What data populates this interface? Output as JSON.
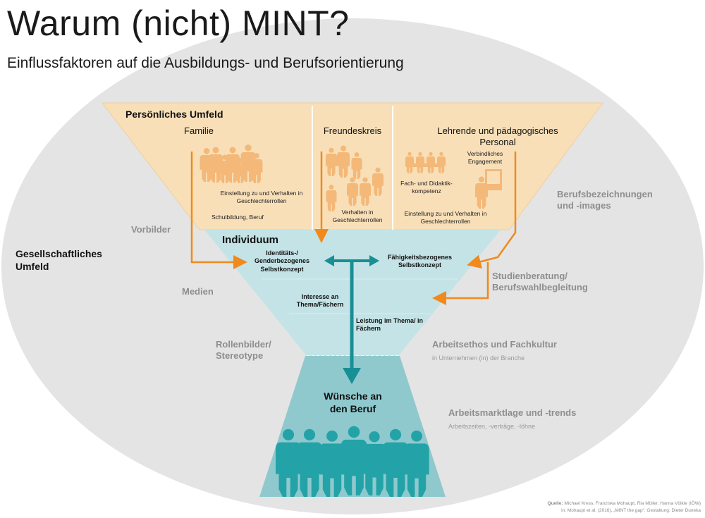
{
  "title": "Warum (nicht) MINT?",
  "subtitle": "Einflussfaktoren auf die Ausbildungs- und Berufsorientierung",
  "personal": {
    "header": "Persönliches Umfeld",
    "family": {
      "label": "Familie",
      "note1": "Einstellung zu und Verhalten in Geschlechterrollen",
      "note2": "Schulbildung, Beruf"
    },
    "friends": {
      "label": "Freundeskreis",
      "note1": "Verhalten in Geschlechterrollen"
    },
    "teachers": {
      "label": "Lehrende und pädagogisches Personal",
      "note1": "Verbindliches Engagement",
      "note2": "Fach- und Didaktik-kompetenz",
      "note3": "Einstellung zu und Verhalten in Geschlechterrollen"
    }
  },
  "individual": {
    "header": "Individuum",
    "identity": "Identitäts-/ Genderbezogenes Selbstkonzept",
    "ability": "Fähigkeitsbezogenes Selbstkonzept",
    "interest": "Interesse an Thema/Fächern",
    "performance": "Leistung im Thema/ in Fächern"
  },
  "wishes": "Wünsche an den Beruf",
  "societal": {
    "header": "Gesellschaftliches Umfeld",
    "role_models": "Vorbilder",
    "media": "Medien",
    "stereotypes": "Rollenbilder/ Stereotype",
    "job_titles": "Berufsbezeichnungen und -images",
    "counseling": "Studienberatung/ Berufswahlbegleitung",
    "work_ethos": "Arbeitsethos und Fachkultur",
    "work_ethos_sub": "in Unternehmen (in) der Branche",
    "labor_market": "Arbeitsmarktlage und -trends",
    "labor_market_sub": "Arbeitszeiten, -verträge, -löhne"
  },
  "source": {
    "label": "Quelle:",
    "line1": "Michael Kress, Franziska Mohaupt, Ria Müller, Hanna Völkle (IÖW)",
    "line2": "in: Mohaupt et al. (2016), „MINT the gap“. Gestaltung: Dieter Duneka"
  },
  "colors": {
    "ellipse": "#e4e4e4",
    "personal_fill": "#f8dfb8",
    "individual_fill": "#bfe0e3",
    "wishes_fill": "#8fc9cd",
    "arrow_orange": "#f08a1c",
    "arrow_teal": "#168f95",
    "silhouette_orange": "#f4b878",
    "silhouette_teal": "#23a3a8"
  }
}
